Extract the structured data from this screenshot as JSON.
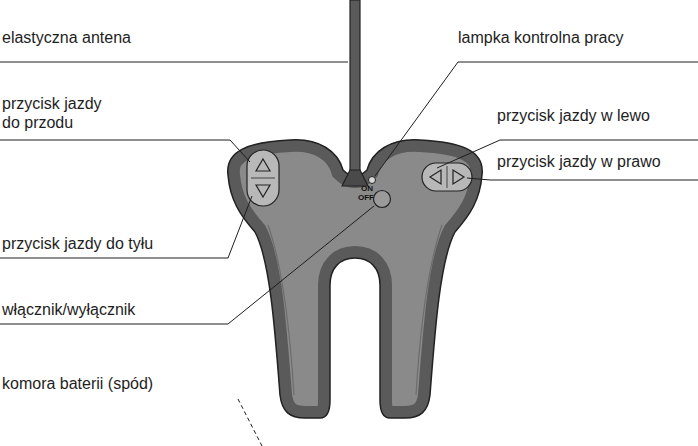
{
  "diagram": {
    "labels": [
      "elastyczna antena",
      "przycisk jazdy do przodu",
      "przycisk jazdy do tyłu",
      "włącznik/wyłącznik",
      "komora baterii (spód)",
      "lampka kontrolna pracy",
      "przycisk jazdy w lewo",
      "przycisk jazdy w prawo",
      "ON",
      "OFF"
    ]
  }
}
